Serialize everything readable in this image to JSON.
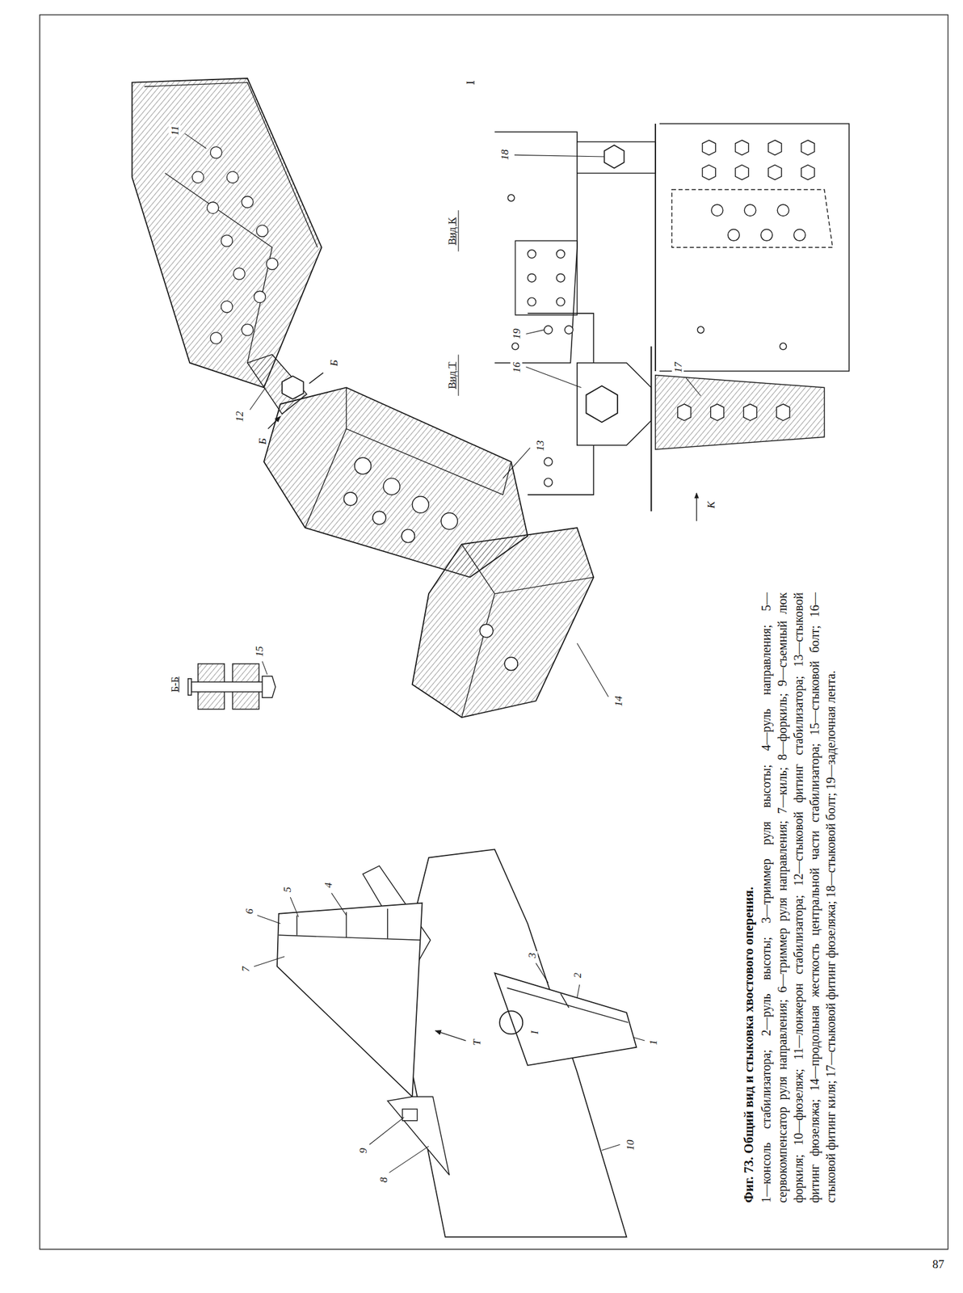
{
  "diagram": {
    "title": "Фиг. 73. Общий вид и стыковка хвостового оперения.",
    "caption": "1—консоль стабилизатора; 2—руль высоты; 3—триммер руля высоты; 4—руль направления; 5—сервокомпенсатор руля направления; 6—триммер руля направления; 7—киль; 8—форкиль; 9—съемный люк форкиля; 10—фюзеляж; 11—лонжерон стабилизатора; 12—стыковой фитинг стабилизатора; 13—стыковой фитинг фюзеляжа; 14—продольная жесткость центральной части стабилизатора; 15—стыковой болт; 16—стыковой фитинг киля; 17—стыковой фитинг фюзеляжа; 18—стыковой болт; 19—заделочная лента.",
    "labels": [
      "I",
      "11",
      "Вид К",
      "18",
      "12",
      "Б",
      "Б",
      "13",
      "Вид Т",
      "19",
      "16",
      "17",
      "К",
      "14",
      "Б-Б",
      "15",
      "7",
      "6",
      "5",
      "4",
      "Т",
      "9",
      "8",
      "3",
      "2",
      "I",
      "1",
      "10",
      "87"
    ]
  }
}
